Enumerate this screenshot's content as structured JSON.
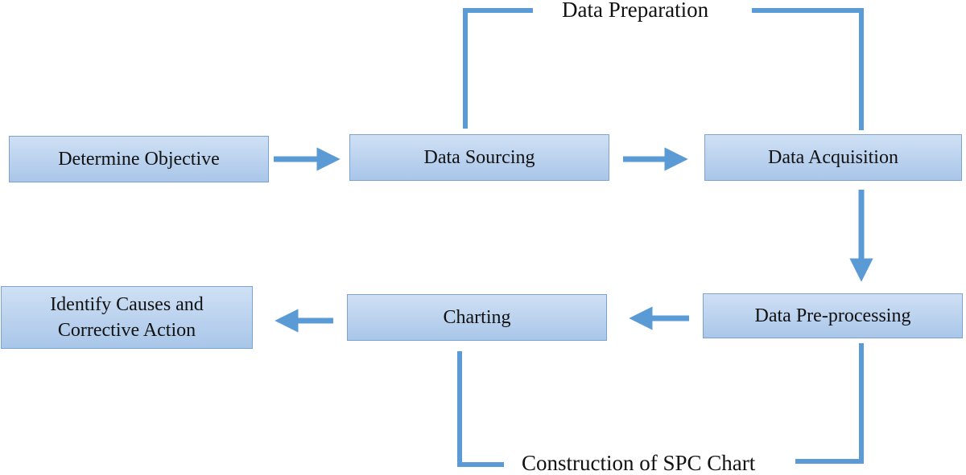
{
  "nodes": {
    "determine_objective": "Determine Objective",
    "data_sourcing": "Data Sourcing",
    "data_acquisition": "Data Acquisition",
    "data_preprocessing": "Data Pre-processing",
    "charting": "Charting",
    "identify_causes": "Identify Causes and\nCorrective Action"
  },
  "groups": {
    "data_preparation": "Data Preparation",
    "construction_spc_chart": "Construction of SPC Chart"
  },
  "colors": {
    "box_fill_top": "#cfe0f4",
    "box_fill_bottom": "#a9c6e9",
    "box_border": "#7aa3d3",
    "connector": "#5b9bd5"
  }
}
